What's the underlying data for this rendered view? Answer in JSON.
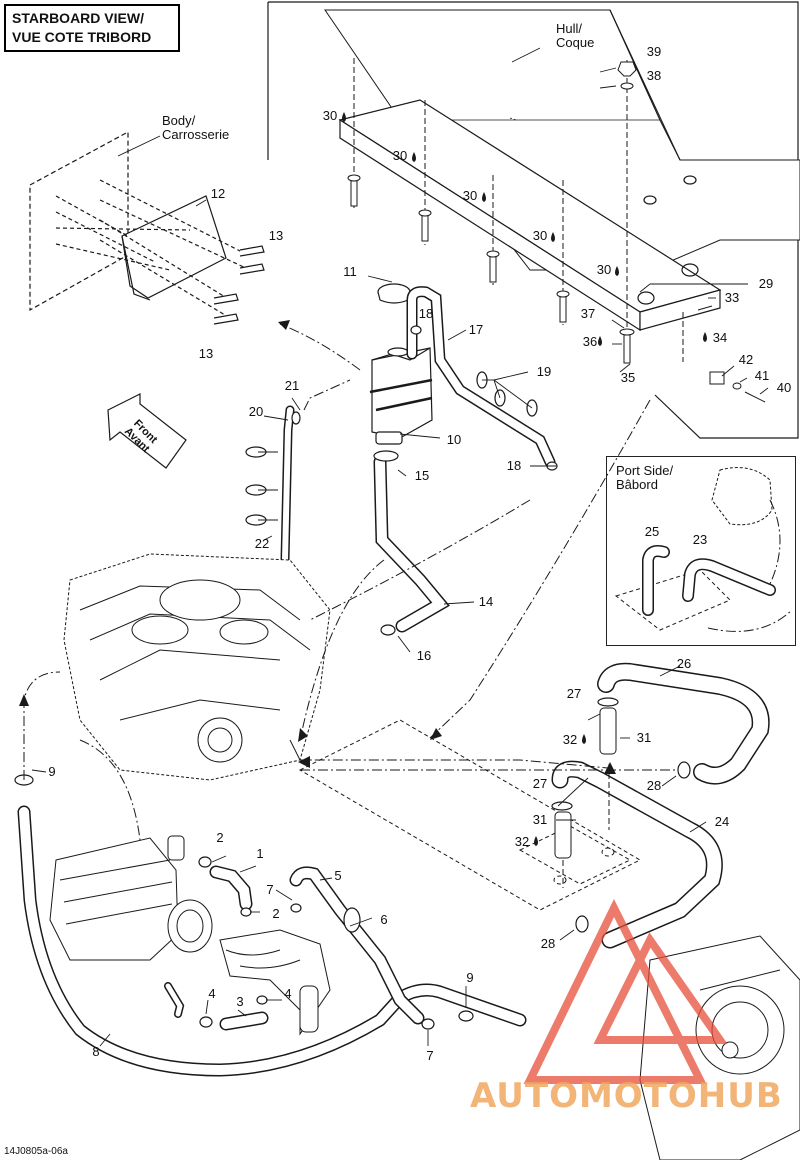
{
  "title": [
    "STARBOARD VIEW/",
    "VUE COTE TRIBORD"
  ],
  "labels": {
    "hull": [
      "Hull/",
      "Coque"
    ],
    "body": [
      "Body/",
      "Carrosserie"
    ],
    "port_side": [
      "Port Side/",
      "Bâbord"
    ],
    "front": [
      "Front",
      "Avant"
    ]
  },
  "callouts": {
    "c1": "1",
    "c2a": "2",
    "c2b": "2",
    "c3": "3",
    "c4a": "4",
    "c4b": "4",
    "c5": "5",
    "c6": "6",
    "c7a": "7",
    "c7b": "7",
    "c8": "8",
    "c9a": "9",
    "c9b": "9",
    "c10": "10",
    "c11": "11",
    "c12": "12",
    "c13a": "13",
    "c13b": "13",
    "c14": "14",
    "c15": "15",
    "c16": "16",
    "c17": "17",
    "c18a": "18",
    "c18b": "18",
    "c19": "19",
    "c20": "20",
    "c21": "21",
    "c22": "22",
    "c23": "23",
    "c24": "24",
    "c25": "25",
    "c26": "26",
    "c27a": "27",
    "c27b": "27",
    "c28a": "28",
    "c28b": "28",
    "c29": "29",
    "c30a": "30",
    "c30b": "30",
    "c30c": "30",
    "c30d": "30",
    "c30e": "30",
    "c31a": "31",
    "c31b": "31",
    "c32a": "32",
    "c32b": "32",
    "c33": "33",
    "c34": "34",
    "c35": "35",
    "c36": "36",
    "c37": "37",
    "c38": "38",
    "c39": "39",
    "c40": "40",
    "c41": "41",
    "c42": "42"
  },
  "figure_code": "14J0805a-06a",
  "watermark": "AUTOMOTOHUB",
  "colors": {
    "line": "#1a1a1a",
    "hose_fill": "#ffffff",
    "watermark": "#e8503a"
  }
}
